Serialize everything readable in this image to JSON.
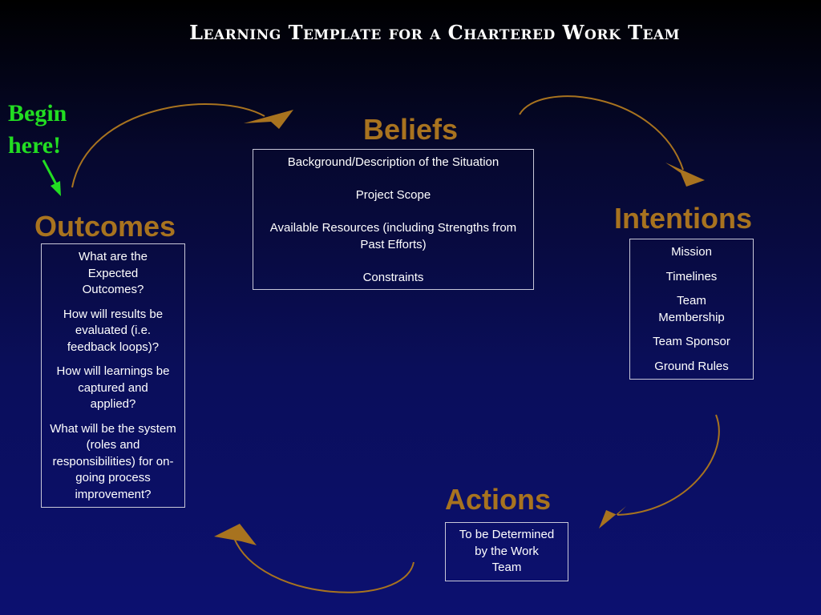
{
  "title": "Learning Template for a Chartered Work Team",
  "begin_note": [
    "Begin",
    "here!"
  ],
  "colors": {
    "stage": "#a8731f",
    "arrow": "#a8731f",
    "begin": "#22dd22",
    "box_border": "#c8c8d8"
  },
  "stages": {
    "beliefs": {
      "label": "Beliefs",
      "items": [
        "Background/Description of the Situation",
        "Project Scope",
        "Available Resources (including Strengths from Past Efforts)",
        "Constraints"
      ]
    },
    "intentions": {
      "label": "Intentions",
      "items": [
        "Mission",
        "Timelines",
        "Team Membership",
        "Team Sponsor",
        "Ground Rules"
      ]
    },
    "actions": {
      "label": "Actions",
      "items": [
        "To be Determined by the Work Team"
      ]
    },
    "outcomes": {
      "label": "Outcomes",
      "items": [
        "What are the Expected Outcomes?",
        "How will results be evaluated (i.e. feedback loops)?",
        "How will learnings be captured and applied?",
        "What will be the system (roles and responsibilities)  for on-going process improvement?"
      ]
    }
  }
}
